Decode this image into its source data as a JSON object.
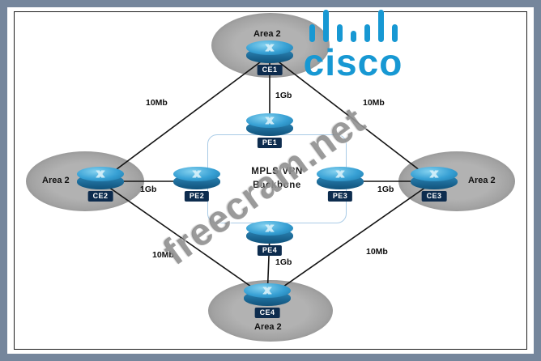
{
  "brand": {
    "name": "cisco",
    "color": "#1798d3"
  },
  "watermark": "freecram.net",
  "backbone": {
    "title_line1": "MPLS VPN",
    "title_line2": "Backbone"
  },
  "areas": {
    "top": "Area 2",
    "left": "Area 2",
    "right": "Area 2",
    "bottom": "Area 2"
  },
  "routers": {
    "ce1": "CE1",
    "pe1": "PE1",
    "ce2": "CE2",
    "pe2": "PE2",
    "pe3": "PE3",
    "ce3": "CE3",
    "pe4": "PE4",
    "ce4": "CE4"
  },
  "links": {
    "ce1_pe1": "1Gb",
    "ce2_pe2": "1Gb",
    "pe3_ce3": "1Gb",
    "pe4_ce4": "1Gb",
    "ce1_ce2": "10Mb",
    "ce1_ce3": "10Mb",
    "ce2_ce4": "10Mb",
    "ce4_ce3": "10Mb"
  },
  "colors": {
    "frame": "#75869c",
    "router_blue": "#2e8abc",
    "area_gray": "#a8a8a8",
    "backbone_border": "#a9cbe6"
  }
}
